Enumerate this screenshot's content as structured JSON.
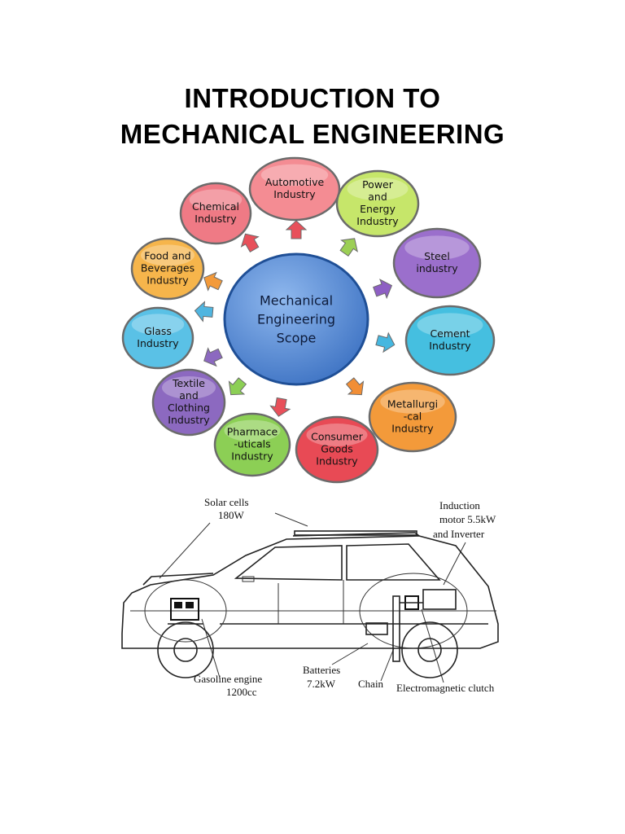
{
  "title": {
    "line1": "INTRODUCTION TO",
    "line2": "MECHANICAL ENGINEERING"
  },
  "scope_diagram": {
    "center": [
      "Mechanical",
      "Engineering",
      "Scope"
    ],
    "industries": [
      {
        "id": "automotive",
        "lines": [
          "Automotive",
          "Industry"
        ],
        "color": "#f48c93"
      },
      {
        "id": "power",
        "lines": [
          "Power",
          "and",
          "Energy",
          "Industry"
        ],
        "color": "#c6e66a"
      },
      {
        "id": "steel",
        "lines": [
          "Steel",
          "industry"
        ],
        "color": "#9b6fcc"
      },
      {
        "id": "cement",
        "lines": [
          "Cement",
          "Industry"
        ],
        "color": "#45bfe0"
      },
      {
        "id": "metallurgical",
        "lines": [
          "Metallurgi",
          "-cal",
          "Industry"
        ],
        "color": "#f39a3a"
      },
      {
        "id": "consumer",
        "lines": [
          "Consumer",
          "Goods",
          "Industry"
        ],
        "color": "#e84a55"
      },
      {
        "id": "pharma",
        "lines": [
          "Pharmace",
          "-uticals",
          "Industry"
        ],
        "color": "#8ccf55"
      },
      {
        "id": "textile",
        "lines": [
          "Textile",
          "and",
          "Clothing",
          "Industry"
        ],
        "color": "#8c69c0"
      },
      {
        "id": "glass",
        "lines": [
          "Glass",
          "Industry"
        ],
        "color": "#5ac1e6"
      },
      {
        "id": "food",
        "lines": [
          "Food and",
          "Beverages",
          "Industry"
        ],
        "color": "#f6b54b"
      },
      {
        "id": "chemical",
        "lines": [
          "Chemical",
          "Industry"
        ],
        "color": "#ef7a85"
      }
    ],
    "arrow_colors": [
      "#e8505a",
      "#e8505a",
      "#9ccf55",
      "#8e5fc4",
      "#45b7e0",
      "#f28e35",
      "#e8505a",
      "#8ccf55",
      "#8c69c0",
      "#4fb5e0",
      "#f39a3a"
    ]
  },
  "car_diagram": {
    "labels": {
      "solar": [
        "Solar cells",
        "180W"
      ],
      "motor": [
        "Induction",
        "motor 5.5kW",
        "and  Inverter"
      ],
      "engine": [
        "Gasoline engine",
        "1200cc"
      ],
      "batteries": [
        "Batteries",
        "7.2kW"
      ],
      "chain": "Chain",
      "clutch": "Electromagnetic clutch"
    }
  }
}
